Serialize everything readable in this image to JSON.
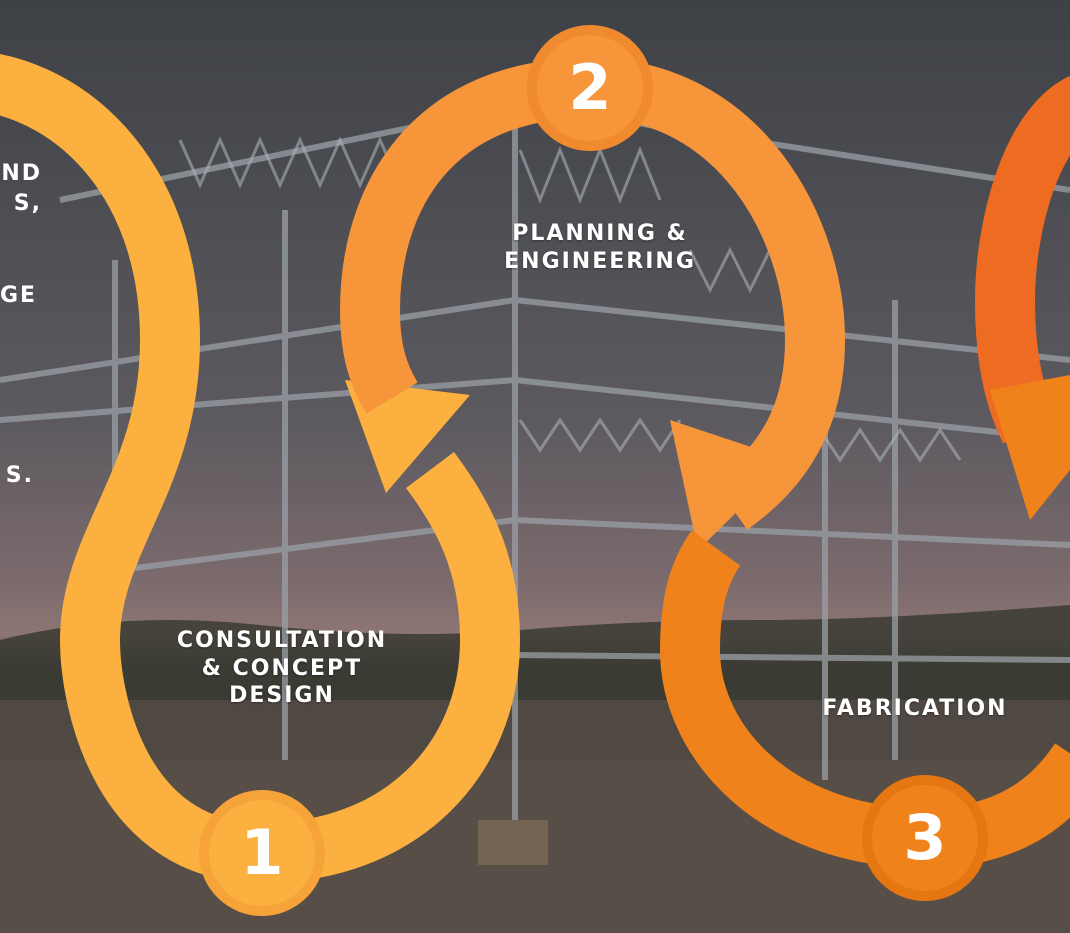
{
  "colors": {
    "step1": "#fbb040",
    "step2": "#f7953a",
    "step3": "#f0821b",
    "step4": "#ee6b22",
    "sky_top": "#474a4f",
    "sky_mid": "#6b6468",
    "horizon": "#8a6f70",
    "ground": "#4a4440"
  },
  "steps": [
    {
      "number": "1",
      "label": "CONSULTATION & CONCEPT DESIGN"
    },
    {
      "number": "2",
      "label": "PLANNING & ENGINEERING"
    },
    {
      "number": "3",
      "label": "FABRICATION"
    }
  ],
  "partial_text": [
    "ND",
    "S,",
    "GE",
    "S."
  ]
}
